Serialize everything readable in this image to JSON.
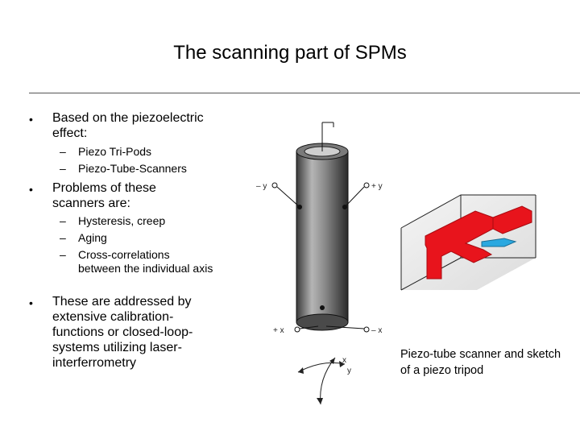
{
  "title": "The scanning part of SPMs",
  "bullets": [
    {
      "text": "Based on the piezoelectric effect:",
      "subs": [
        "Piezo Tri-Pods",
        "Piezo-Tube-Scanners"
      ]
    },
    {
      "text": "Problems of these scanners are:",
      "subs": [
        "Hysteresis, creep",
        "Aging",
        "Cross-correlations between the individual axis"
      ]
    },
    {
      "text": "These are addressed by extensive calibration-functions or closed-loop-systems utilizing laser-interferrometry",
      "subs": []
    }
  ],
  "bullet_glyph": "•",
  "dash_glyph": "–",
  "figure": {
    "labels": {
      "minus_y": "– y",
      "plus_y": "+ y",
      "plus_x": "+ x",
      "minus_x": "– x",
      "axis_x": "x",
      "axis_y": "y"
    },
    "caption": "Piezo-tube scanner and sketch of a piezo tripod",
    "colors": {
      "tripod": "#e8141c",
      "tip": "#2aa8e0",
      "tube_dark": "#2c2c2c",
      "tube_light": "#9a9a9a"
    }
  }
}
